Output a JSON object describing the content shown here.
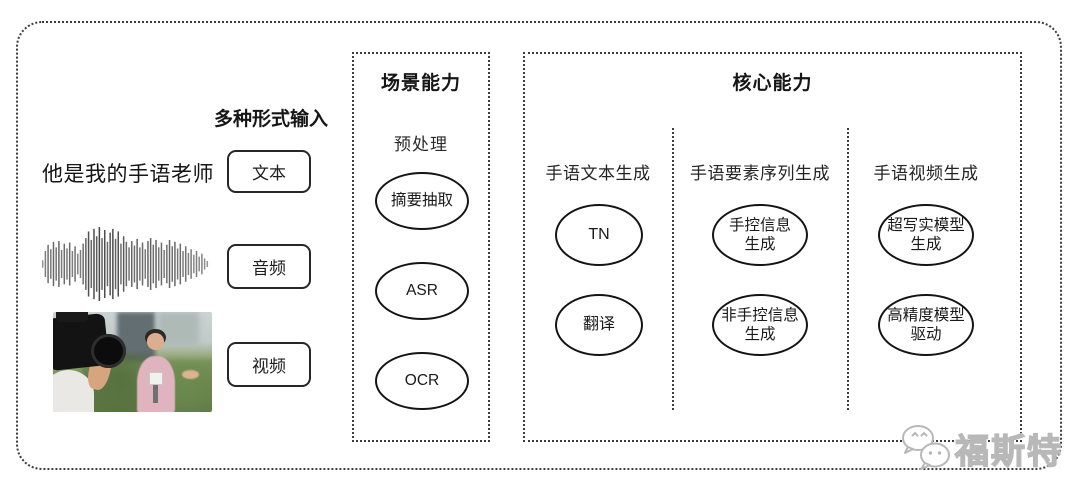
{
  "figure": {
    "background": "#ffffff",
    "ink": "#1a1a1a",
    "dotted_border_color": "#3c3c3c"
  },
  "input_section": {
    "heading": "多种形式输入",
    "sample_text": "他是我的手语老师",
    "items": [
      {
        "label": "文本"
      },
      {
        "label": "音频"
      },
      {
        "label": "视频"
      }
    ],
    "media_icons": [
      "audio-waveform",
      "reporter-photo"
    ]
  },
  "scene_section": {
    "title": "场景能力",
    "subtitle": "预处理",
    "nodes": [
      "摘要抽取",
      "ASR",
      "OCR"
    ]
  },
  "core_section": {
    "title": "核心能力",
    "columns": [
      {
        "label": "手语文本生成",
        "nodes": [
          "TN",
          "翻译"
        ]
      },
      {
        "label": "手语要素序列生成",
        "nodes": [
          "手控信息\n生成",
          "非手控信息\n生成"
        ]
      },
      {
        "label": "手语视频生成",
        "nodes": [
          "超写实模型\n生成",
          "高精度模型\n驱动"
        ]
      }
    ]
  },
  "watermark": {
    "icon": "wechat-icon",
    "text": "福斯特",
    "color": "#b8b8b8"
  },
  "waveform": {
    "amplitudes": [
      0.1,
      0.35,
      0.52,
      0.4,
      0.6,
      0.45,
      0.62,
      0.38,
      0.55,
      0.42,
      0.58,
      0.35,
      0.48,
      0.28,
      0.38,
      0.55,
      0.7,
      0.88,
      0.65,
      0.95,
      0.75,
      1.0,
      0.7,
      0.92,
      0.6,
      0.85,
      0.95,
      0.68,
      0.88,
      0.55,
      0.75,
      0.6,
      0.45,
      0.62,
      0.5,
      0.68,
      0.45,
      0.58,
      0.4,
      0.62,
      0.7,
      0.52,
      0.65,
      0.45,
      0.58,
      0.38,
      0.52,
      0.65,
      0.48,
      0.6,
      0.42,
      0.55,
      0.35,
      0.48,
      0.3,
      0.4,
      0.25,
      0.35,
      0.2,
      0.28,
      0.15,
      0.08
    ]
  }
}
